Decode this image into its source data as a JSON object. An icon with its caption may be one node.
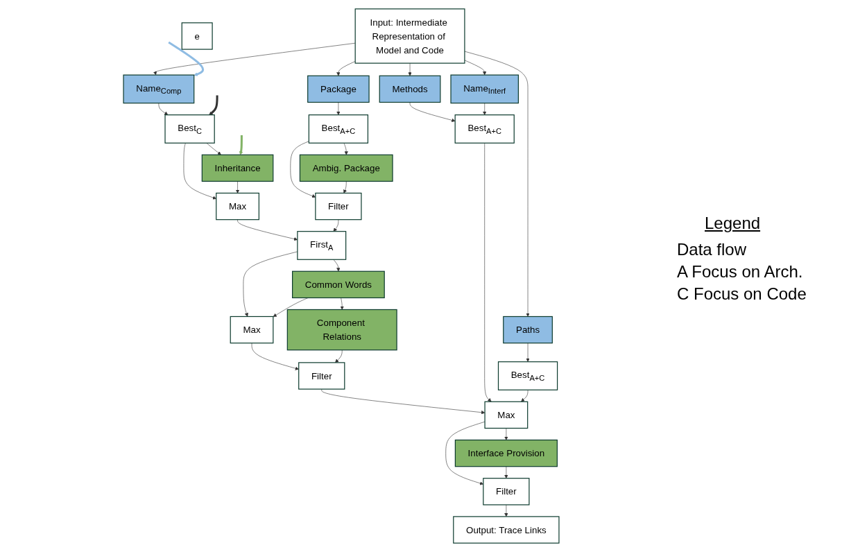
{
  "diagram": {
    "nodes": [
      {
        "text": [
          "Input: Intermediate Representation of Model and Code"
        ]
      },
      {
        "text": [
          "Name$_{Comp}$"
        ]
      },
      {
        "text": [
          "Package"
        ]
      },
      {
        "text": [
          "Methods"
        ]
      },
      {
        "text": [
          "Name$_{Interf}$"
        ]
      },
      {
        "text": [
          "Paths"
        ]
      },
      {
        "text": [
          "Best$_{C}$"
        ]
      },
      {
        "text": [
          "Best$_{A+C}$"
        ]
      },
      {
        "text": [
          "Best$_{A+C}$"
        ]
      },
      {
        "text": [
          "Best$_{A+C}$"
        ]
      },
      {
        "text": [
          "Inheritance"
        ]
      },
      {
        "text": [
          "Ambig. Package"
        ]
      },
      {
        "text": [
          "Max"
        ]
      },
      {
        "text": [
          "Filter"
        ]
      },
      {
        "text": [
          "First$_{A}$"
        ]
      },
      {
        "text": [
          "Common Words"
        ]
      },
      {
        "text": [
          "Max"
        ]
      },
      {
        "text": [
          "Component Relations"
        ]
      },
      {
        "text": [
          "Filter"
        ]
      },
      {
        "text": [
          "Max"
        ]
      },
      {
        "text": [
          "Interface Provision"
        ]
      },
      {
        "text": [
          "Filter"
        ]
      },
      {
        "text": [
          "Output: Trace Links"
        ]
      },
      {
        "text": [
          "e"
        ]
      }
    ],
    "edges": [
      {
        "from": 0,
        "to": 1,
        "arrow": "to"
      },
      {
        "from": 0,
        "to": 2,
        "arrow": "to"
      },
      {
        "from": 0,
        "to": 3,
        "arrow": "to"
      },
      {
        "from": 0,
        "to": 4,
        "arrow": "to"
      },
      {
        "from": 0,
        "to": 5,
        "arrow": "to"
      },
      {
        "from": 1,
        "to": 6,
        "arrow": "to"
      },
      {
        "from": 2,
        "to": 7,
        "arrow": "to"
      },
      {
        "from": 3,
        "to": 8,
        "arrow": "to"
      },
      {
        "from": 4,
        "to": 8,
        "arrow": "to"
      },
      {
        "from": 5,
        "to": 9,
        "arrow": "to"
      },
      {
        "from": 6,
        "to": 10,
        "arrow": "to"
      },
      {
        "from": 6,
        "to": 12,
        "arrow": "to"
      },
      {
        "from": 7,
        "to": 13,
        "arrow": "to"
      },
      {
        "from": 7,
        "to": 11,
        "arrow": "to"
      },
      {
        "from": 10,
        "to": 12,
        "arrow": "to"
      },
      {
        "from": 11,
        "to": 13,
        "arrow": "to"
      },
      {
        "from": 12,
        "to": 14,
        "arrow": "to"
      },
      {
        "from": 13,
        "to": 14,
        "arrow": "to"
      },
      {
        "from": 14,
        "to": 15,
        "arrow": "to"
      },
      {
        "from": 14,
        "to": 16,
        "arrow": "to"
      },
      {
        "from": 15,
        "to": 16,
        "arrow": "to"
      },
      {
        "from": 15,
        "to": 17,
        "arrow": "to"
      },
      {
        "from": 16,
        "to": 18,
        "arrow": "to"
      },
      {
        "from": 17,
        "to": 18,
        "arrow": "to"
      },
      {
        "from": 18,
        "to": 19,
        "arrow": "to"
      },
      {
        "from": 8,
        "to": 19,
        "arrow": "to"
      },
      {
        "from": 9,
        "to": 19,
        "arrow": "to"
      },
      {
        "from": 19,
        "to": 20,
        "arrow": "to"
      },
      {
        "from": 19,
        "to": 21,
        "arrow": "to"
      },
      {
        "from": 20,
        "to": 21,
        "arrow": "to"
      },
      {
        "from": 21,
        "to": 22,
        "arrow": "to"
      },
      {
        "from": null,
        "to": 1,
        "arrow": "to",
        "style": "thick",
        "color": "#8fbce3"
      },
      {
        "from": null,
        "to": 6,
        "arrow": "to",
        "style": "thick"
      },
      {
        "from": null,
        "to": 10,
        "arrow": "to",
        "style": "thick",
        "color": "#82b366"
      }
    ],
    "labels": [
      "Legend"
    ],
    "legend": [
      {
        "text": "Data flow"
      },
      {
        "text": "A Focus on Arch."
      },
      {
        "text": "C Focus on Code"
      }
    ]
  }
}
